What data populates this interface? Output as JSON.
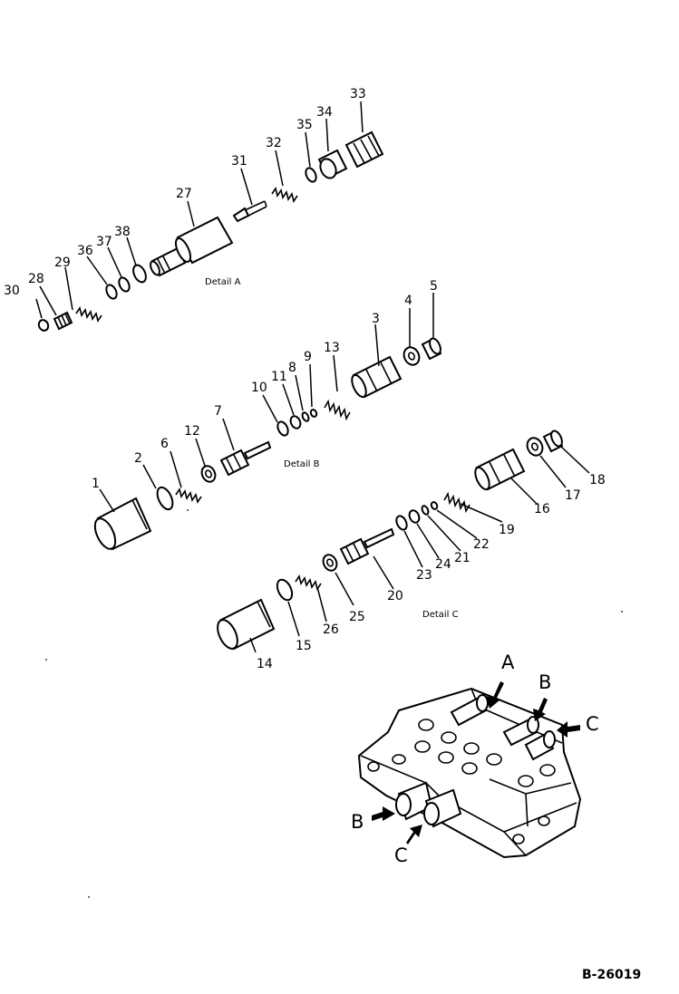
{
  "drawing_code": "B-26019",
  "details": {
    "a_caption": "Detail A",
    "b_caption": "Detail B",
    "c_caption": "Detail C"
  },
  "part_numbers": {
    "p1": "1",
    "p2": "2",
    "p3": "3",
    "p4": "4",
    "p5": "5",
    "p6": "6",
    "p7": "7",
    "p8": "8",
    "p9": "9",
    "p10": "10",
    "p11": "11",
    "p12": "12",
    "p13": "13",
    "p14": "14",
    "p15": "15",
    "p16": "16",
    "p17": "17",
    "p18": "18",
    "p19": "19",
    "p20": "20",
    "p21": "21",
    "p22": "22",
    "p23": "23",
    "p24": "24",
    "p25": "25",
    "p26": "26",
    "p27": "27",
    "p28": "28",
    "p29": "29",
    "p30": "30",
    "p31": "31",
    "p32": "32",
    "p33": "33",
    "p34": "34",
    "p35": "35",
    "p36": "36",
    "p37": "37",
    "p38": "38"
  },
  "assembly_markers": {
    "a_top": "A",
    "b_top": "B",
    "c_top": "C",
    "b_left": "B",
    "c_left": "C"
  }
}
